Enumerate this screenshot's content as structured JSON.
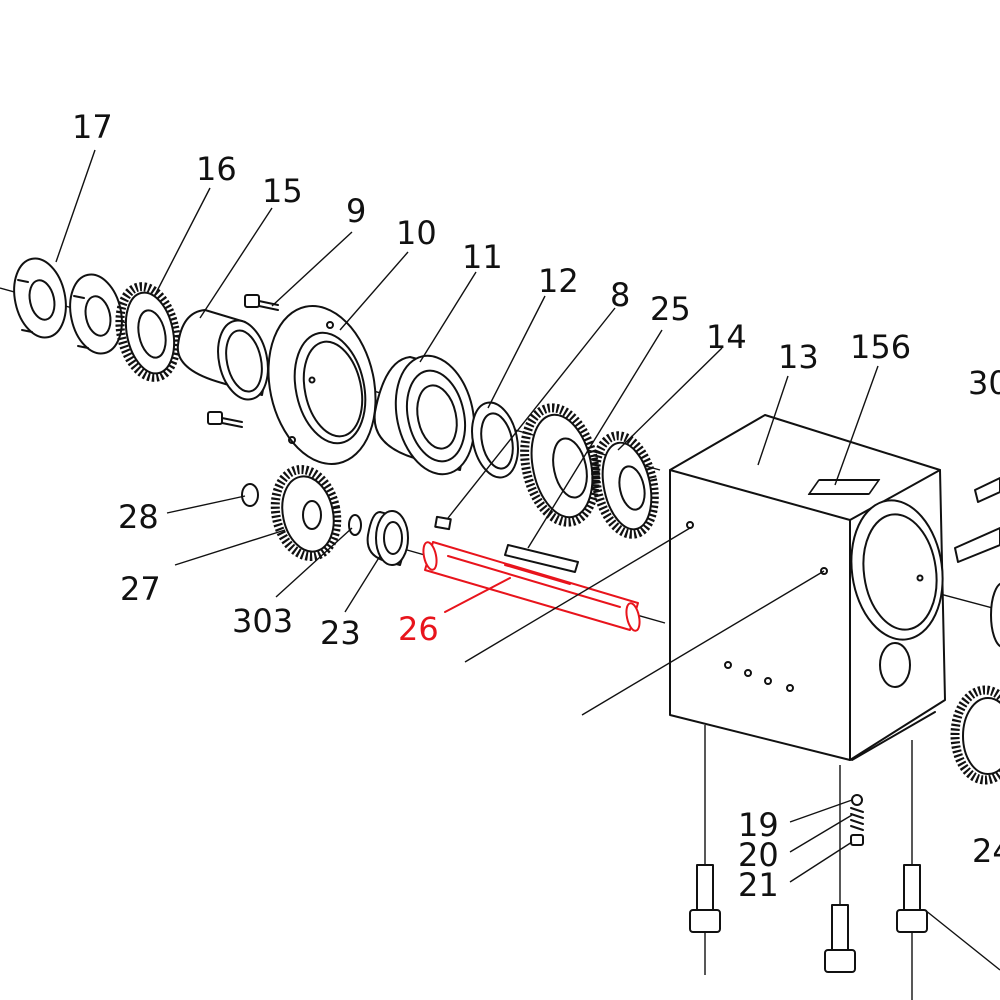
{
  "highlight_color": "#e8141c",
  "line_color": "#111111",
  "labels": {
    "p17": "17",
    "p16": "16",
    "p15": "15",
    "p9": "9",
    "p10": "10",
    "p11": "11",
    "p12": "12",
    "p8": "8",
    "p25": "25",
    "p14": "14",
    "p13": "13",
    "p156": "156",
    "p30": "30",
    "p28": "28",
    "p27": "27",
    "p303": "303",
    "p23": "23",
    "p26": "26",
    "p19": "19",
    "p20": "20",
    "p21": "21",
    "p24": "24"
  }
}
